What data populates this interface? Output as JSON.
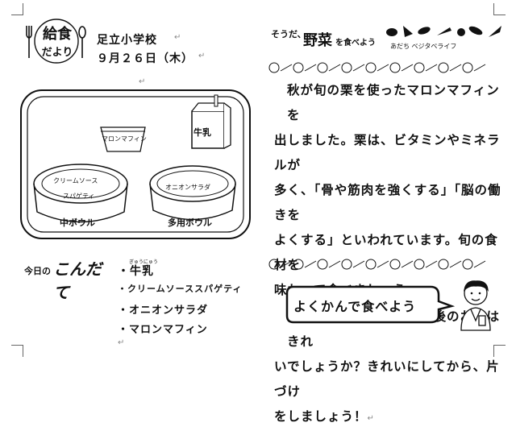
{
  "header": {
    "logo_line1": "給食",
    "logo_line2": "だより",
    "school": "足立小学校",
    "date": "９月２６日（木）"
  },
  "tray": {
    "bowl_top_label": "マロンマフィン",
    "bowl_left_label_1": "クリームソース",
    "bowl_left_label_2": "スパゲティ",
    "bowl_left_name": "中ボウル",
    "bowl_right_label": "オニオンサラダ",
    "bowl_right_name": "多用ボウル",
    "milk_label": "牛乳"
  },
  "menu": {
    "title_small": "今日の",
    "title_big": "こんだて",
    "ruby_milk": "ぎゅうにゅう",
    "items": [
      "・牛乳",
      "・クリームソーススパゲティ",
      "・オニオンサラダ",
      "・マロンマフィン"
    ]
  },
  "banner": {
    "prefix": "そうだ、",
    "title": "野菜",
    "suffix": "を食べよう",
    "sub": "あだち ベジタベライフ"
  },
  "article": {
    "lines": [
      "秋が旬の栗を使ったマロンマフィンを",
      "出しました。栗は、ビタミンやミネラルが",
      "多く、「骨や筋肉を強くする」「脳の働きを",
      "よくする」といわれています。旬の食材を",
      "味わって食べましょう。",
      "みなさん、食べ終わった後のお皿はきれ",
      "いでしょうか？きれいにしてから、片づけ",
      "をしましょう！"
    ]
  },
  "slogan": {
    "text": "よくかんで食べよう"
  },
  "marks": {
    "return": "↵"
  }
}
